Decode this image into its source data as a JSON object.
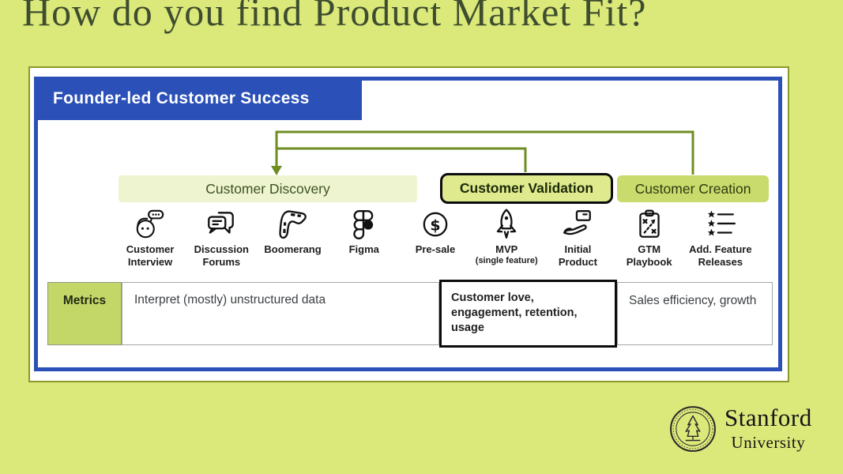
{
  "page": {
    "title": "How do you find Product Market Fit?"
  },
  "colors": {
    "background": "#dbe87a",
    "accent_blue": "#2b50b7",
    "frame_olive": "#8a9a2b",
    "connector_green": "#6e8d22",
    "stage_discovery_bg": "#eef4d0",
    "stage_validation_bg": "#dfe98d",
    "stage_creation_bg": "#c8db6c",
    "metrics_label_bg": "#c3d769"
  },
  "diagram": {
    "header": "Founder-led Customer Success",
    "stages": [
      {
        "label": "Customer Discovery",
        "emphasized": false
      },
      {
        "label": "Customer Validation",
        "emphasized": true
      },
      {
        "label": "Customer Creation",
        "emphasized": false
      }
    ],
    "tools": [
      {
        "label": "Customer\nInterview",
        "icon": "person-speech-bubble-icon"
      },
      {
        "label": "Discussion\nForums",
        "icon": "chat-bubbles-icon"
      },
      {
        "label": "Boomerang",
        "icon": "boomerang-icon"
      },
      {
        "label": "Figma",
        "icon": "figma-logo-icon"
      },
      {
        "label": "Pre-sale",
        "icon": "dollar-circle-icon"
      },
      {
        "label": "MVP",
        "sublabel": "(single feature)",
        "icon": "rocket-icon"
      },
      {
        "label": "Initial\nProduct",
        "icon": "hand-holding-product-icon"
      },
      {
        "label": "GTM\nPlaybook",
        "icon": "playbook-clipboard-icon"
      },
      {
        "label": "Add. Feature\nReleases",
        "icon": "star-list-icon"
      }
    ],
    "metrics": {
      "row_label": "Metrics",
      "cells": [
        {
          "text": "Interpret (mostly) unstructured data",
          "bold": false
        },
        {
          "text": "Customer love, engagement, retention, usage",
          "bold": true
        },
        {
          "text": "Sales efficiency, growth",
          "bold": false
        }
      ]
    }
  },
  "footer": {
    "logo_line1": "Stanford",
    "logo_line2": "University"
  }
}
